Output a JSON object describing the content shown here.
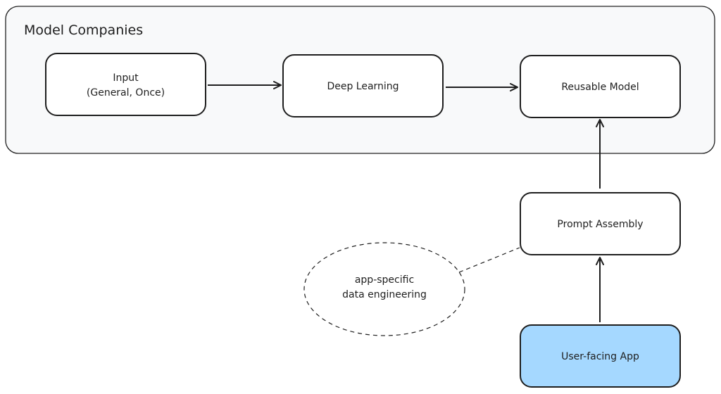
{
  "group": {
    "title": "Model Companies",
    "fill": "#f8f9fa"
  },
  "nodes": {
    "input": {
      "line1": "Input",
      "line2": "(General, Once)"
    },
    "deep_learning": {
      "label": "Deep Learning"
    },
    "reusable_model": {
      "label": "Reusable Model"
    },
    "prompt_assembly": {
      "label": "Prompt Assembly"
    },
    "user_app": {
      "label": "User-facing App",
      "fill": "#a5d8ff"
    }
  },
  "annotation": {
    "line1": "app-specific",
    "line2": "data engineering"
  },
  "colors": {
    "stroke": "#1e1e1e",
    "node_fill": "#ffffff"
  }
}
